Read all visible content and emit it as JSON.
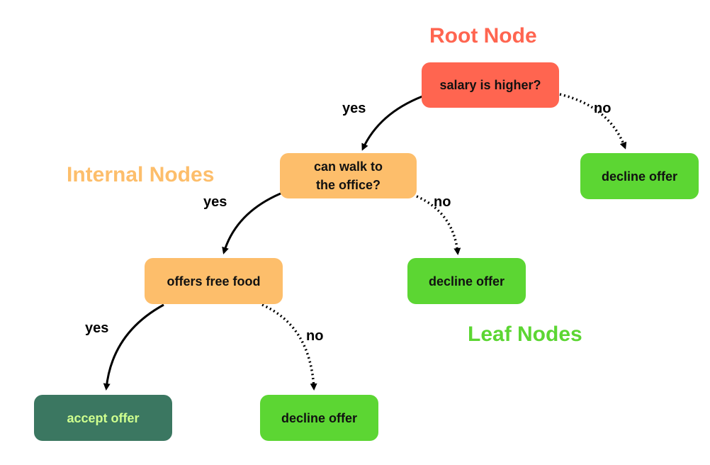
{
  "colors": {
    "root": "#FF6550",
    "internal": "#FDBE6B",
    "leaf": "#5CD633",
    "accept": "#3B7761",
    "accept_text": "#CFFF8F",
    "node_text": "#111111",
    "edge": "#000000"
  },
  "headings": {
    "root": "Root Node",
    "internal": "Internal Nodes",
    "leaf": "Leaf Nodes"
  },
  "nodes": {
    "root": "salary is higher?",
    "walk": "can walk to\nthe office?",
    "food": "offers free food",
    "decline_1": "decline offer",
    "decline_2": "decline offer",
    "accept": "accept offer",
    "decline_3": "decline offer"
  },
  "edges": {
    "root_yes": "yes",
    "root_no": "no",
    "walk_yes": "yes",
    "walk_no": "no",
    "food_yes": "yes",
    "food_no": "no"
  }
}
